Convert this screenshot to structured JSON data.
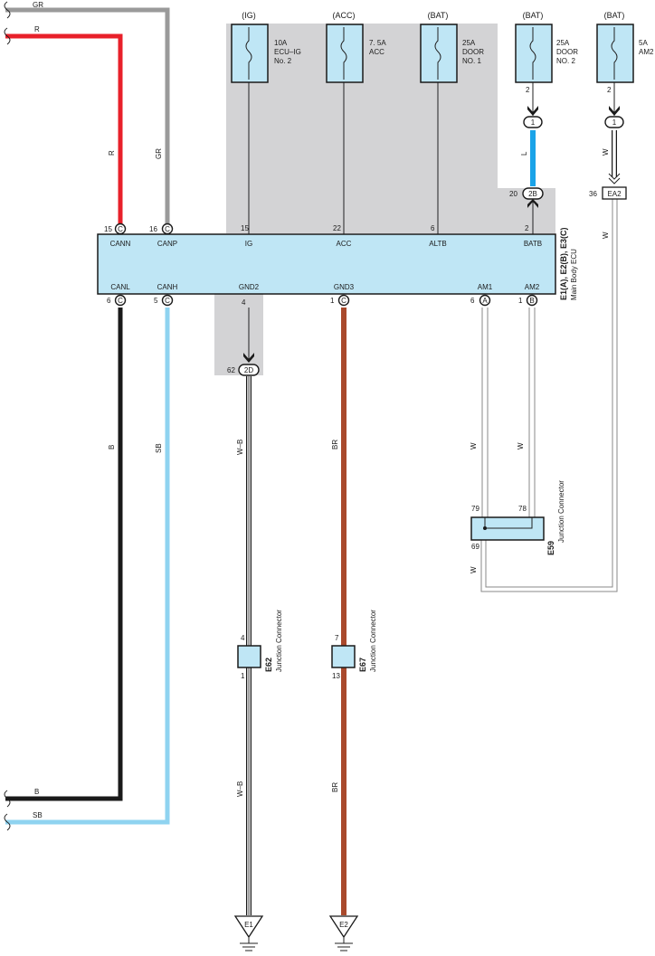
{
  "colors": {
    "gray_area": "#d3d3d5",
    "component_fill": "#bfe6f5",
    "wire_gr": "#9a9a9a",
    "wire_r": "#e8202a",
    "wire_b": "#1a1a1a",
    "wire_sb": "#8fd3f0",
    "wire_l": "#1aa3e8",
    "wire_br": "#a9492c",
    "wire_w": "#ffffff"
  },
  "fuses": [
    {
      "supply": "(IG)",
      "rating": "10A",
      "name1": "ECU–IG",
      "name2": "No. 2"
    },
    {
      "supply": "(ACC)",
      "rating": "7. 5A",
      "name1": "ACC",
      "name2": ""
    },
    {
      "supply": "(BAT)",
      "rating": "25A",
      "name1": "DOOR",
      "name2": "NO. 1"
    },
    {
      "supply": "(BAT)",
      "rating": "25A",
      "name1": "DOOR",
      "name2": "NO. 2",
      "pin": "2"
    },
    {
      "supply": "(BAT)",
      "rating": "5A",
      "name1": "AM2",
      "name2": "",
      "pin": "2"
    }
  ],
  "inline_connectors": [
    {
      "label": "1"
    },
    {
      "label": "1"
    },
    {
      "label": "2B",
      "pin": "20"
    },
    {
      "label": "2D",
      "pin": "62"
    },
    {
      "label": "EA2",
      "pin": "36"
    }
  ],
  "ecu": {
    "name": "E1(A), E2(B), E3(C)",
    "subtitle": "Main Body ECU",
    "top_terminals": [
      {
        "pin": "15",
        "conn": "C",
        "label": "CANN"
      },
      {
        "pin": "16",
        "conn": "C",
        "label": "CANP"
      },
      {
        "pin": "15",
        "conn": "",
        "label": "IG"
      },
      {
        "pin": "22",
        "conn": "",
        "label": "ACC"
      },
      {
        "pin": "6",
        "conn": "",
        "label": "ALTB"
      },
      {
        "pin": "2",
        "conn": "",
        "label": "BATB"
      }
    ],
    "bottom_terminals": [
      {
        "pin": "6",
        "conn": "C",
        "label": "CANL"
      },
      {
        "pin": "5",
        "conn": "C",
        "label": "CANH"
      },
      {
        "pin": "4",
        "conn": "",
        "label": "GND2"
      },
      {
        "pin": "1",
        "conn": "C",
        "label": "GND3"
      },
      {
        "pin": "6",
        "conn": "A",
        "label": "AM1"
      },
      {
        "pin": "1",
        "conn": "B",
        "label": "AM2"
      }
    ]
  },
  "wire_labels": {
    "gr_edge": "GR",
    "r_edge": "R",
    "r_vert": "R",
    "gr_vert": "GR",
    "b_vert": "B",
    "sb_vert": "SB",
    "b_edge": "B",
    "sb_edge": "SB",
    "l_vert": "L",
    "w_ea2": "W",
    "w_ea2_low": "W",
    "wb_upper": "W–B",
    "br_upper": "BR",
    "w_am1": "W",
    "w_am2": "W",
    "w_e59": "W",
    "wb_lower": "W–B",
    "br_lower": "BR"
  },
  "junctions": {
    "e59": {
      "code": "E59",
      "name": "Junction Connector",
      "pin_a": "79",
      "pin_b": "78",
      "pin_c": "69"
    },
    "e62": {
      "code": "E62",
      "name": "Junction Connector",
      "pin_in": "4",
      "pin_out": "1"
    },
    "e67": {
      "code": "E67",
      "name": "Junction Connector",
      "pin_in": "7",
      "pin_out": "13"
    }
  },
  "grounds": [
    {
      "label": "E1"
    },
    {
      "label": "E2"
    }
  ]
}
